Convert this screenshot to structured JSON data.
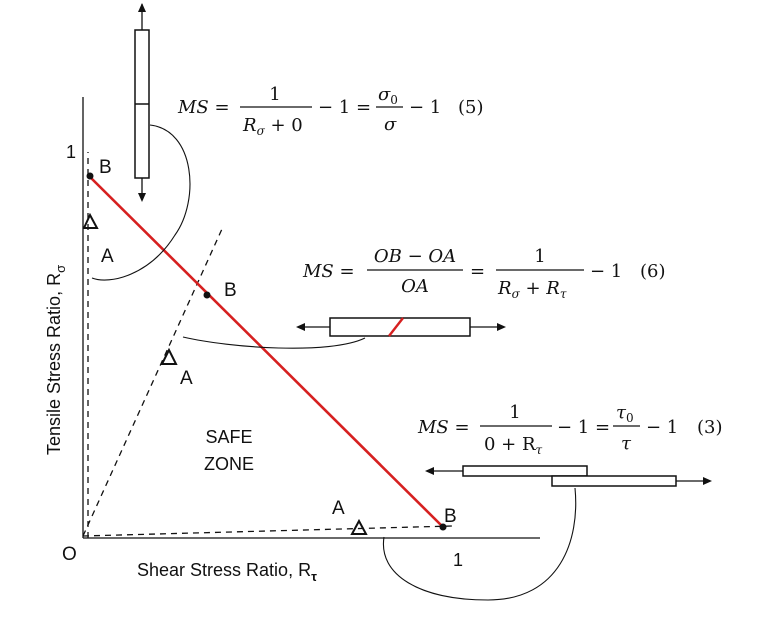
{
  "axes": {
    "origin_label": "O",
    "x_axis_label": "Shear  Stress Ratio, R",
    "x_axis_sub": "τ",
    "y_axis_label": "Tensile Stress  Ratio, R",
    "y_axis_sub": "σ",
    "x_tick_one": "1",
    "y_tick_one": "1"
  },
  "zone": {
    "line1": "SAFE",
    "line2": "ZONE"
  },
  "points": {
    "b_tension": "B",
    "a_tension": "A",
    "b_combined": "B",
    "a_combined": "A",
    "b_shear": "B",
    "a_shear": "A"
  },
  "equations": {
    "eq5": {
      "lhs": "MS =",
      "num": "1",
      "den_main": "R",
      "den_sub": "σ",
      "den_rest": " + 0",
      "mid": "− 1 =",
      "num2_main": "σ",
      "num2_sub": "0",
      "den2": "σ",
      "tail": "− 1",
      "tag": "(5)"
    },
    "eq6": {
      "lhs": "MS =",
      "num": "OB − OA",
      "den": "OA",
      "eq": "=",
      "num2": "1",
      "den2_a": "R",
      "den2_a_sub": "σ",
      "den2_plus": " + R",
      "den2_b_sub": "τ",
      "tail": "− 1",
      "tag": "(6)"
    },
    "eq3": {
      "lhs": "MS =",
      "num": "1",
      "den_pre": "0 + R",
      "den_sub": "τ",
      "mid": "− 1 =",
      "num2_main": "τ",
      "num2_sub": "0",
      "den2": "τ",
      "tail": "− 1",
      "tag": "(3)"
    }
  },
  "colors": {
    "failure_line": "#d62020",
    "ink": "#111111"
  }
}
